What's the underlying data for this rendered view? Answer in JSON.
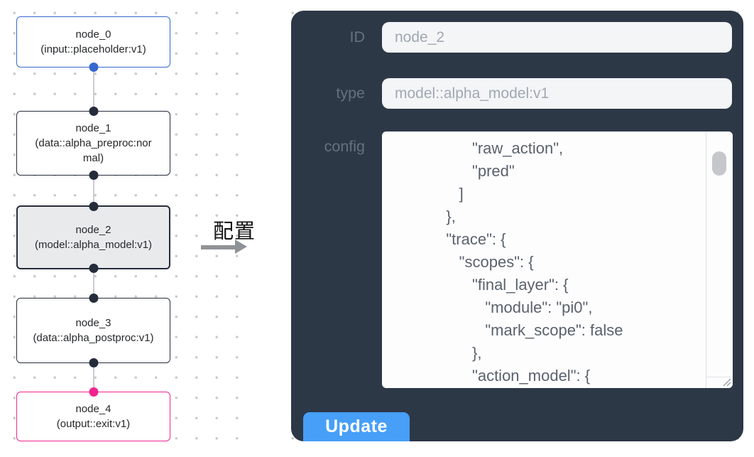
{
  "colors": {
    "accent_blue": "#3668cf",
    "accent_pink": "#f0258f",
    "node_border": "#252c3a",
    "node_selected_bg": "#e9eaec",
    "edge_line": "#c9cdd2",
    "dot_grid": "#c9c9c9",
    "panel_bg": "#2d3847",
    "label_text": "#67707e",
    "input_bg": "#f3f5f7",
    "input_text": "#a2a8b2",
    "config_text": "#5a626d",
    "scrollbar_thumb": "#c5c7cb",
    "button_bg": "#479ff7",
    "button_text": "#ffffff"
  },
  "canvas": {
    "nodes": [
      {
        "name": "node_0",
        "type": "(input::placeholder:v1)",
        "variant": "input"
      },
      {
        "name": "node_1",
        "type": "(data::alpha_preproc:normal)",
        "variant": "normal"
      },
      {
        "name": "node_2",
        "type": "(model::alpha_model:v1)",
        "variant": "selected"
      },
      {
        "name": "node_3",
        "type": "(data::alpha_postproc:v1)",
        "variant": "normal"
      },
      {
        "name": "node_4",
        "type": "(output::exit:v1)",
        "variant": "output"
      }
    ]
  },
  "annotation": {
    "label": "配置",
    "arrow_icon": "arrow-right"
  },
  "panel": {
    "id_field": {
      "label": "ID",
      "value": "node_2"
    },
    "type_field": {
      "label": "type",
      "value": "model::alpha_model:v1"
    },
    "config_field": {
      "label": "config",
      "value": "                  \"raw_action\",\n                  \"pred\"\n               ]\n            },\n            \"trace\": {\n               \"scopes\": {\n                  \"final_layer\": {\n                     \"module\": \"pi0\",\n                     \"mark_scope\": false\n                  },\n                  \"action_model\": {"
    },
    "update_button": "Update"
  }
}
